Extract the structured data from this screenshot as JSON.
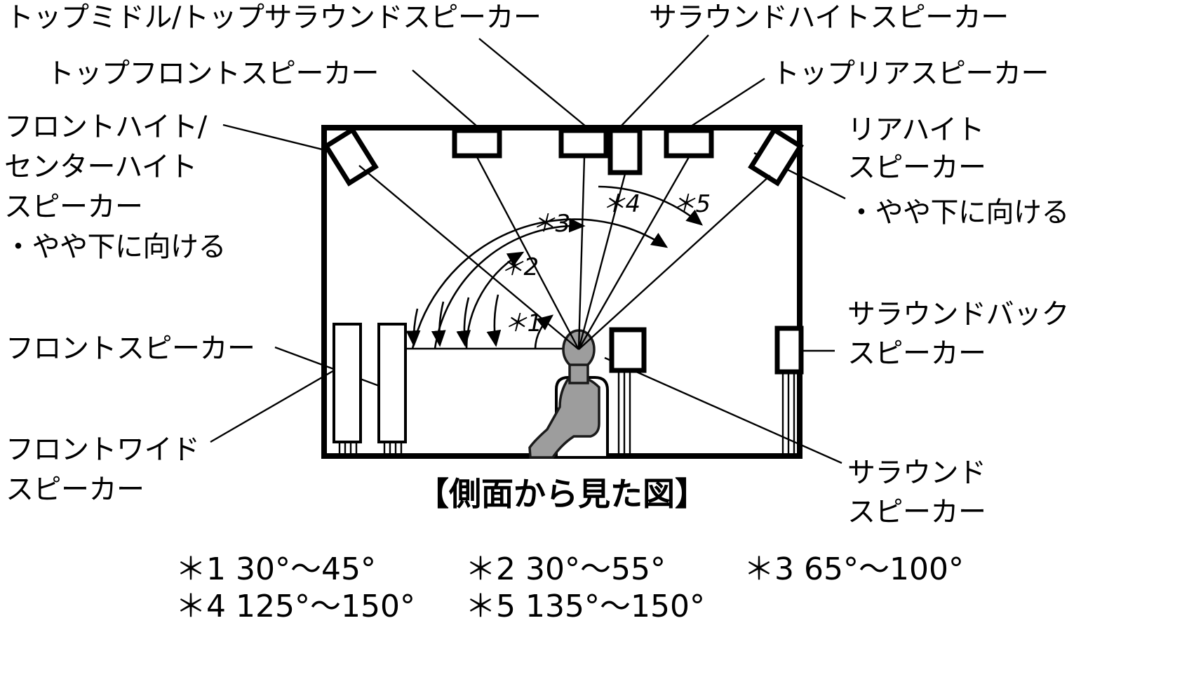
{
  "diagram": {
    "caption": "【側面から見た図】",
    "view": "side-view"
  },
  "labels": {
    "top_middle_surround": "トップミドル/トップサラウンドスピーカー",
    "top_front": "トップフロントスピーカー",
    "surround_height": "サラウンドハイトスピーカー",
    "top_rear": "トップリアスピーカー",
    "front_height_center_height_l1": "フロントハイト/",
    "front_height_center_height_l2": "センターハイト",
    "front_height_center_height_l3": "スピーカー",
    "front_height_center_height_l4": "・やや下に向ける",
    "rear_height_l1": "リアハイト",
    "rear_height_l2": "スピーカー",
    "rear_height_l3": "・やや下に向ける",
    "front_speaker": "フロントスピーカー",
    "front_wide_l1": "フロントワイド",
    "front_wide_l2": "スピーカー",
    "surround_back_l1": "サラウンドバック",
    "surround_back_l2": "スピーカー",
    "surround_l1": "サラウンド",
    "surround_l2": "スピーカー"
  },
  "angle_markers": {
    "m1": "＊1",
    "m2": "＊2",
    "m3": "＊3",
    "m4": "＊4",
    "m5": "＊5"
  },
  "legend": [
    {
      "id": "*1",
      "text": "＊1 30°〜45°"
    },
    {
      "id": "*2",
      "text": "＊2 30°〜55°"
    },
    {
      "id": "*3",
      "text": "＊3 65°〜100°"
    },
    {
      "id": "*4",
      "text": "＊4 125°〜150°"
    },
    {
      "id": "*5",
      "text": "＊5 135°〜150°"
    }
  ],
  "colors": {
    "line": "#000000",
    "background": "#ffffff",
    "person": "#9d9d9d"
  }
}
